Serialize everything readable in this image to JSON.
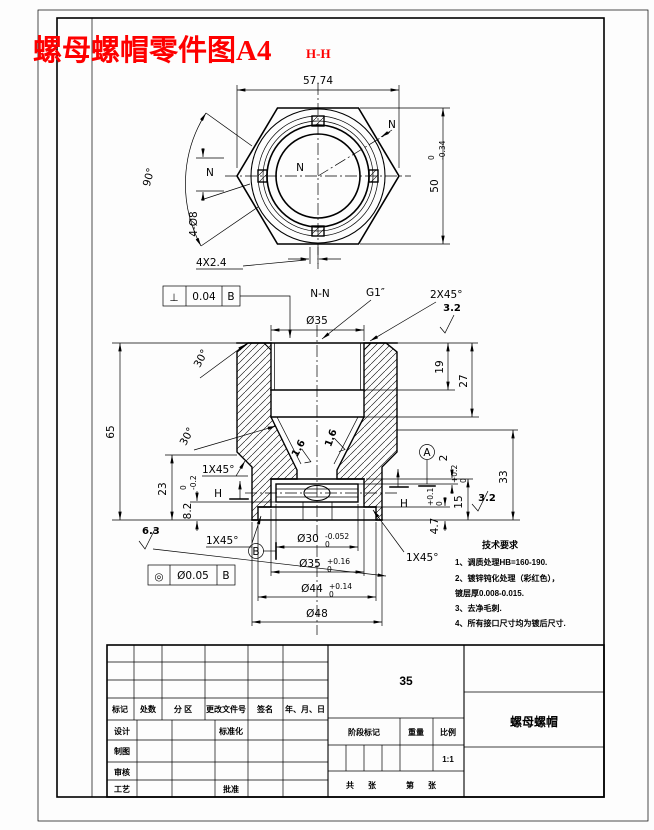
{
  "page": {
    "title": "螺母螺帽零件图A4",
    "section_ref": "H-H",
    "accent_red": "#fe0000",
    "line_color": "#000000",
    "bg": "#ffffff"
  },
  "top_view": {
    "dim_width": "57.74",
    "dim_across_flats": {
      "v": "50",
      "up": "0",
      "dn": "-0.34"
    },
    "angle": "90°",
    "holes": "4-Ø8",
    "slots": "4X2.4",
    "n_center": "N",
    "n_end": "N",
    "n_side": "N"
  },
  "section_view": {
    "label": "N-N",
    "thread": "G1″",
    "chamfer_top": "2X45°",
    "ra_top": "3.2",
    "ra_right": "3.2",
    "ra_bottom": "6.3",
    "ra_in1": "1.6",
    "ra_in2": "1.6",
    "dia35_top": "Ø35",
    "d19": "19",
    "d27": "27",
    "d65": "65",
    "d23": "23",
    "d82": {
      "v": "8.2",
      "up": "0",
      "dn": "-0.2"
    },
    "ang30a": "30°",
    "ang30b": "30°",
    "ch1": "1X45°",
    "ch2": "1X45°",
    "ch3": "1X45°",
    "h1": "H",
    "h2": "H",
    "d2": "2",
    "d33": "33",
    "d15": {
      "v": "15",
      "up": "+0.2",
      "dn": "0"
    },
    "d47": {
      "v": "4.7",
      "up": "+0.1",
      "dn": "0"
    },
    "dia30": {
      "v": "Ø30",
      "up": "-0.052",
      "dn": "0"
    },
    "dia35b": {
      "v": "Ø35",
      "up": "+0.16",
      "dn": "0"
    },
    "dia44": {
      "v": "Ø44",
      "up": "+0.14",
      "dn": "0"
    },
    "dia48": "Ø48",
    "datum_a": "A",
    "datum_b": "B",
    "gdt1": {
      "sym": "⊥",
      "tol": "0.04",
      "datum": "B"
    },
    "gdt2": {
      "sym": "◎",
      "tol": "Ø0.05",
      "datum": "B"
    }
  },
  "tech_req": {
    "heading": "技术要求",
    "lines": [
      "1、调质处理HB=160-190.",
      "2、镀锌钝化处理（彩红色），",
      "镀层厚0.008-0.015.",
      "3、去净毛刺.",
      "4、所有接口尺寸均为镀后尺寸."
    ]
  },
  "title_block": {
    "row_headers": [
      "标记",
      "处数",
      "分 区",
      "更改文件号",
      "签名",
      "年、月、日"
    ],
    "roles": {
      "design": "设计",
      "draw": "制图",
      "check": "审核",
      "process": "工艺",
      "standard": "标准化",
      "approve": "批准"
    },
    "stage": "阶段标记",
    "weight": "重量",
    "scale_label": "比例",
    "scale": "1:1",
    "material": "35",
    "part_name": "螺母螺帽",
    "sheet": {
      "gong": "共",
      "zhang1": "张",
      "di": "第",
      "zhang2": "张"
    }
  }
}
